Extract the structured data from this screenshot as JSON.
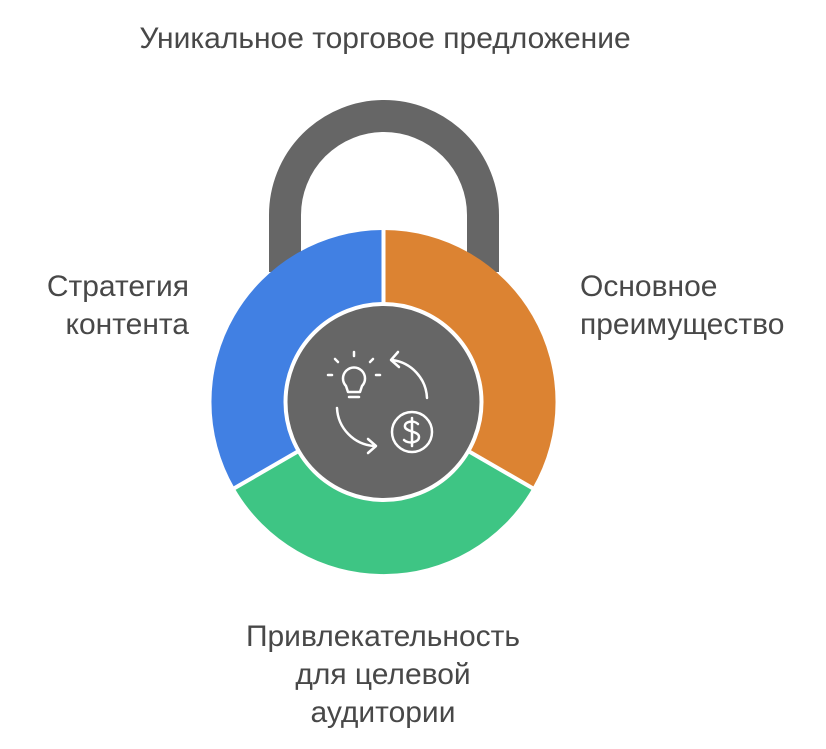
{
  "title": "Уникальное торговое предложение",
  "segments": [
    {
      "id": "left",
      "lines": [
        "Стратегия",
        "контента"
      ],
      "color": "#4180E3"
    },
    {
      "id": "right",
      "lines": [
        "Основное",
        "преимущество"
      ],
      "color": "#DC8332"
    },
    {
      "id": "bottom",
      "lines": [
        "Привлекательность",
        "для целевой",
        "аудитории"
      ],
      "color": "#3EC584"
    }
  ],
  "colors": {
    "shackle": "#666666",
    "center": "#666666",
    "text": "#484848",
    "icon": "#ffffff"
  },
  "center_icon": "idea-to-money-cycle-icon"
}
